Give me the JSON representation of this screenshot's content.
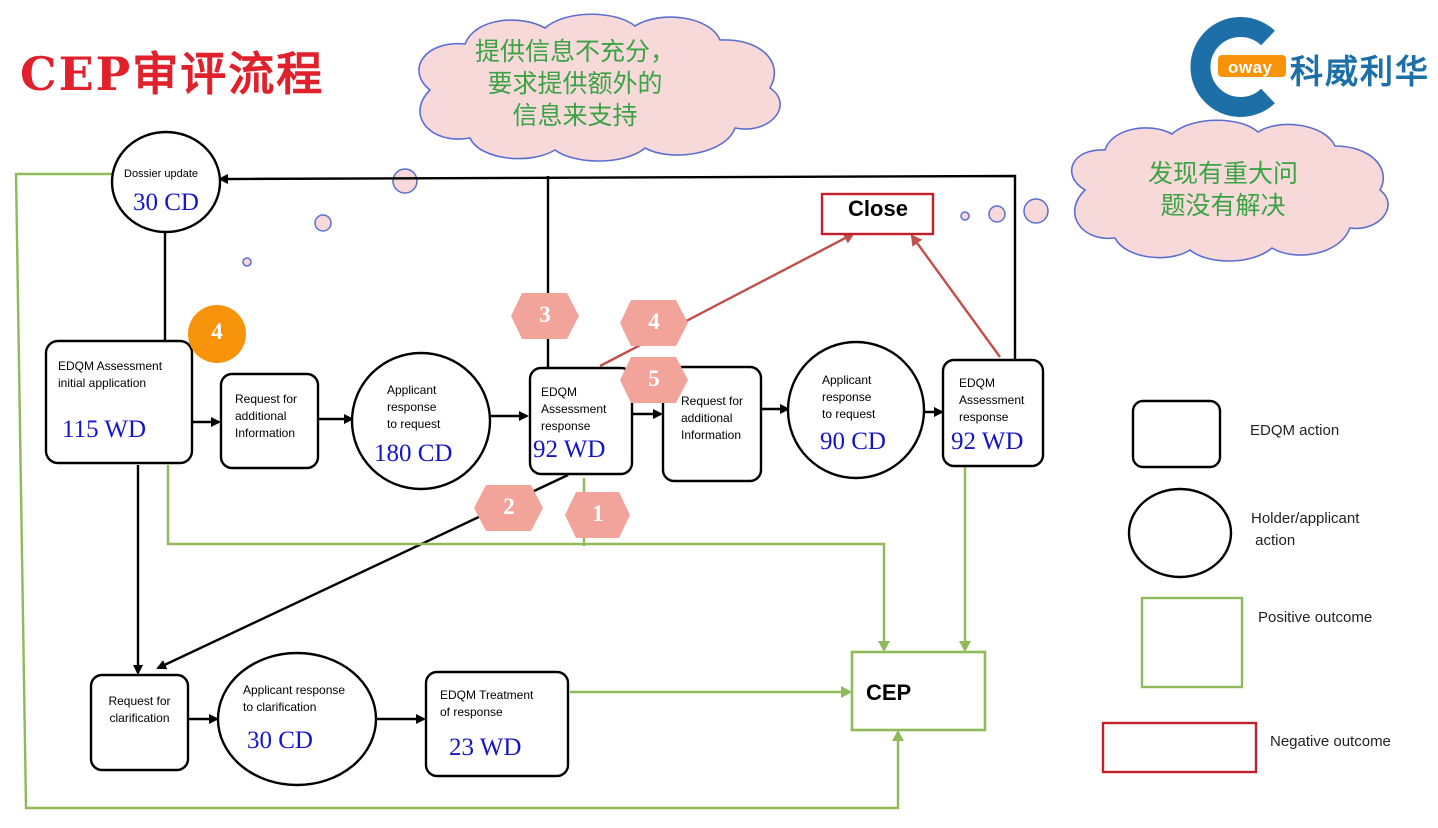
{
  "title": "CEP审评流程",
  "clouds": {
    "insufficient_info": [
      "提供信息不充分，",
      "要求提供额外的",
      "信息来支持"
    ],
    "major_issue": [
      "发现有重大问",
      "题没有解决"
    ]
  },
  "logo": {
    "brand": "oway",
    "name_cn": "科威利华"
  },
  "nodes": {
    "dossier_update": {
      "label": "Dossier update",
      "time": "30 CD"
    },
    "edqm_initial": {
      "label": [
        "EDQM  Assessment",
        "initial application"
      ],
      "time": "115 WD"
    },
    "request_info_1": {
      "label": [
        "Request for",
        "additional",
        "Information"
      ]
    },
    "applicant_response_1": {
      "label": [
        "Applicant",
        "response",
        "to request"
      ],
      "time": "180 CD"
    },
    "edqm_response_1": {
      "label": [
        "EDQM",
        "Assessment",
        "response"
      ],
      "time": "92 WD"
    },
    "request_info_2": {
      "label": [
        "Request for",
        "additional",
        "Information"
      ]
    },
    "applicant_response_2": {
      "label": [
        "Applicant",
        "response",
        "to request"
      ],
      "time": "90 CD"
    },
    "edqm_response_2": {
      "label": [
        "EDQM",
        "Assessment",
        "response"
      ],
      "time": "92 WD"
    },
    "request_clarification": {
      "label": [
        "Request for",
        "clarification"
      ]
    },
    "applicant_clarification": {
      "label": [
        "Applicant response",
        "to clarification"
      ],
      "time": "30 CD"
    },
    "edqm_treatment": {
      "label": [
        "EDQM  Treatment",
        "of response"
      ],
      "time": "23 WD"
    },
    "close": {
      "label": "Close"
    },
    "cep": {
      "label": "CEP"
    }
  },
  "badges": {
    "orange_4": "4",
    "pink_3": "3",
    "pink_4": "4",
    "pink_5": "5",
    "pink_2": "2",
    "pink_1": "1"
  },
  "legend": {
    "edqm_action": "EDQM action",
    "holder_action": [
      "Holder/applicant",
      " action"
    ],
    "positive_outcome": "Positive outcome",
    "negative_outcome": "Negative outcome"
  },
  "colors": {
    "title_red": "#e0202a",
    "cloud_fill": "#f8d9da",
    "cloud_stroke": "#5b6fd0",
    "cloud_text": "#3aa343",
    "time_blue": "#1515c8",
    "positive_green": "#8fba59",
    "negative_red": "#c0504d",
    "badge_pink": "#f3a49a",
    "badge_orange": "#f7920b",
    "logo_blue": "#1d6fa8"
  }
}
